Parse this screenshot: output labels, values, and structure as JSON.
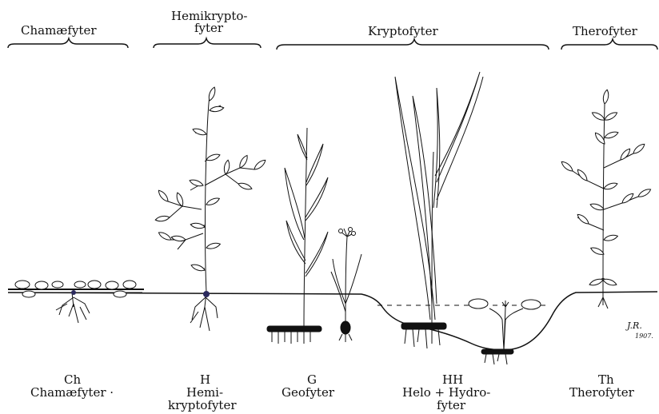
{
  "top_labels": {
    "chamaefyter": "Chamæfyter",
    "hemikrypto_line1": "Hemikrypto-",
    "hemikrypto_line2": "fyter",
    "kryptofyter": "Kryptofyter",
    "therofyter": "Therofyter"
  },
  "bottom_labels": {
    "ch_code": "Ch",
    "ch_name": "Chamæfyter ·",
    "h_code": "H",
    "h_name_line1": "Hemi-",
    "h_name_line2": "kryptofyter",
    "g_code": "G",
    "g_name": "Geofyter",
    "hh_code": "HH",
    "hh_name_line1": "Helo + Hydro-",
    "hh_name_line2": "fyter",
    "th_code": "Th",
    "th_name": "Therofyter"
  },
  "signature": {
    "initials": "J.R.",
    "year": "1907."
  },
  "colors": {
    "ink": "#111111",
    "background": "#ffffff",
    "bud": "#2b2a5e"
  }
}
